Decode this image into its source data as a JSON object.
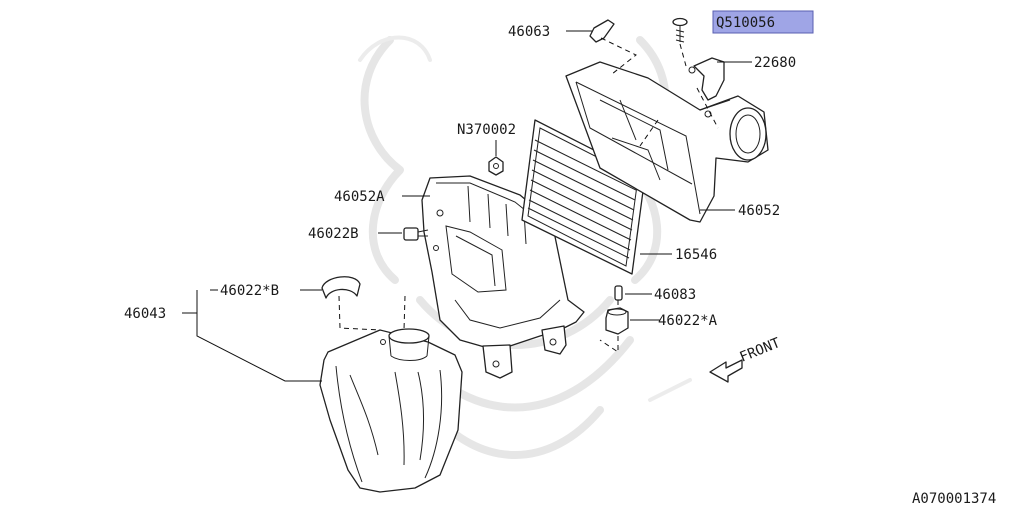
{
  "diagram_id": "A070001374",
  "direction_label": "FRONT",
  "highlight_color": "#9fa5e6",
  "labels": {
    "p46063": "46063",
    "q510056": "Q510056",
    "p22680": "22680",
    "n370002": "N370002",
    "p46052a": "46052A",
    "p46052": "46052",
    "p46022b": "46022B",
    "p16546": "16546",
    "p46022sb": "46022*B",
    "p46043": "46043",
    "p46083": "46083",
    "p46022sa": "46022*A"
  }
}
